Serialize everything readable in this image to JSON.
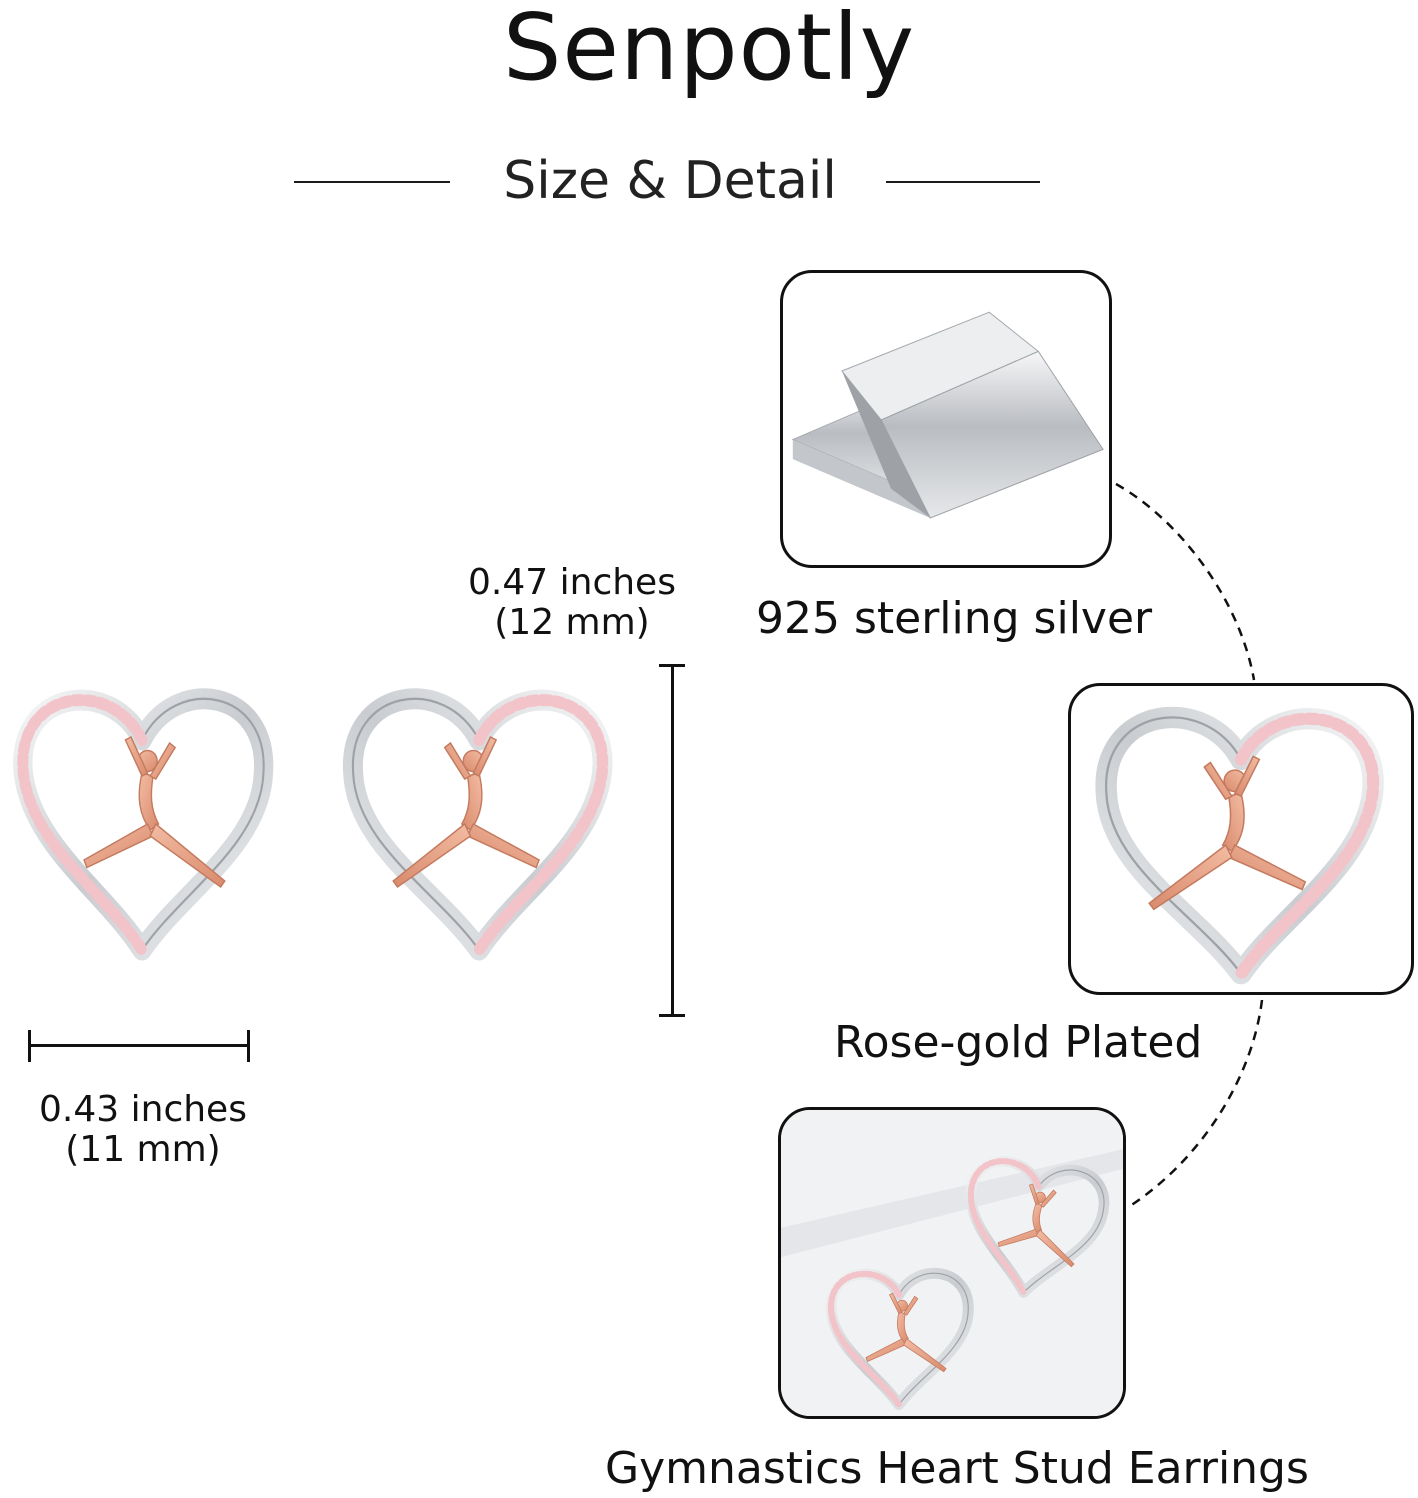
{
  "brand": "Senpotly",
  "section_title": "Size & Detail",
  "height_dim": {
    "value": "0.47 inches",
    "metric": "(12 mm)"
  },
  "width_dim": {
    "value": "0.43 inches",
    "metric": "(11 mm)"
  },
  "features": [
    {
      "caption": "925 sterling silver",
      "icon": "silver-bar-icon"
    },
    {
      "caption": "Rose-gold Plated",
      "icon": "heart-earring-icon"
    },
    {
      "caption": "Gymnastics Heart Stud Earrings",
      "icon": "earrings-pair-icon"
    }
  ],
  "colors": {
    "silver": "#d7d9dc",
    "rose_gold": "#e3a185",
    "pink_stone": "#f2c3c8",
    "outline": "#111111"
  }
}
